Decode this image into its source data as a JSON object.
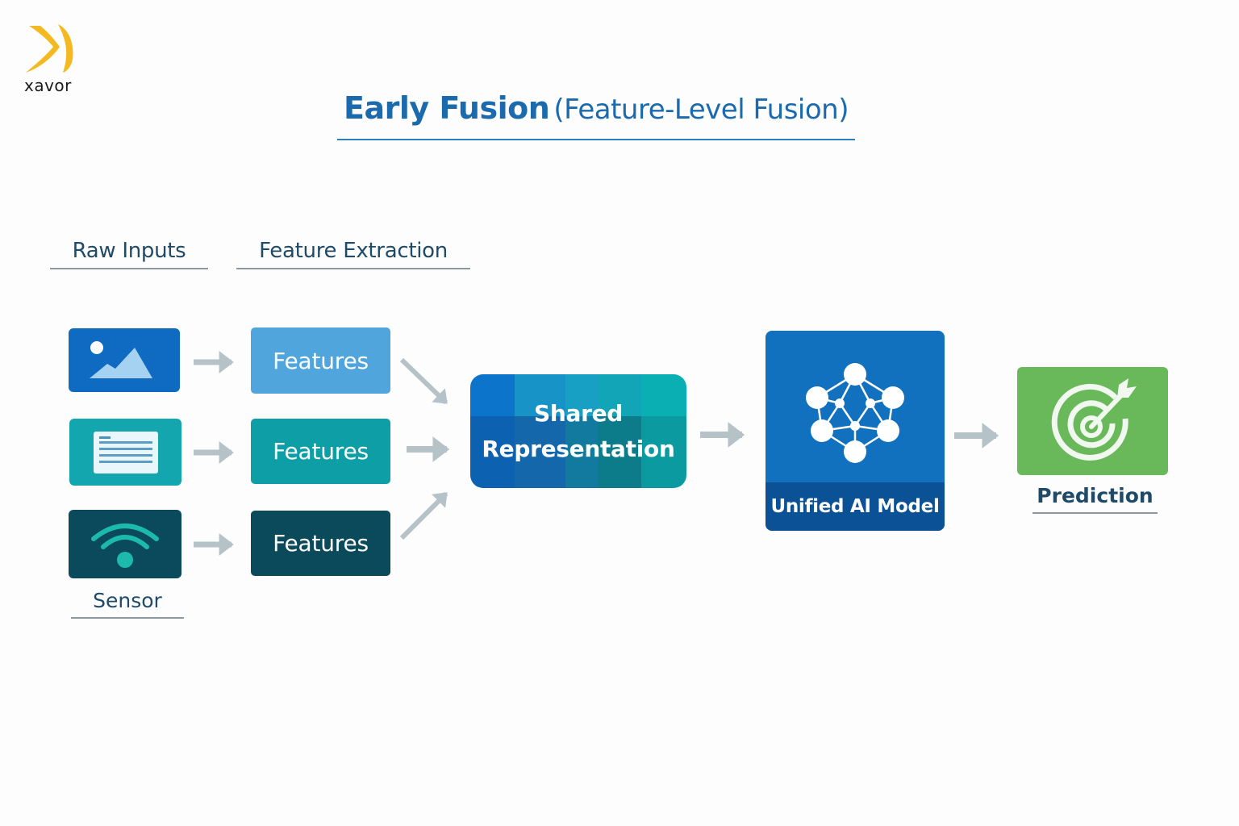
{
  "brand": {
    "logo_text": "xavor",
    "logo_icon": "x-swoosh-logo-icon",
    "logo_color": "#f4b820"
  },
  "title": {
    "main": "Early Fusion",
    "sub": "(Feature-Level Fusion)",
    "color": "#1a6aad"
  },
  "columns": {
    "raw_inputs": "Raw Inputs",
    "feature_extraction": "Feature Extraction"
  },
  "inputs": [
    {
      "icon": "image-icon",
      "color": "#0e6bc1",
      "label": ""
    },
    {
      "icon": "document-text-icon",
      "color": "#14a6ae",
      "label": ""
    },
    {
      "icon": "wifi-sensor-icon",
      "color": "#0a4a5c",
      "label": "Sensor"
    }
  ],
  "features": [
    {
      "label": "Features",
      "color": "#4fa5dc"
    },
    {
      "label": "Features",
      "color": "#0e9fa6"
    },
    {
      "label": "Features",
      "color": "#0b4a5b"
    }
  ],
  "shared": {
    "line1": "Shared",
    "line2": "Representation"
  },
  "model": {
    "label": "Unified AI Model",
    "icon": "neural-network-icon",
    "color": "#1271bf",
    "footer_color": "#0a5196"
  },
  "prediction": {
    "label": "Prediction",
    "icon": "target-arrow-icon",
    "color": "#69b85a"
  },
  "arrow_color": "#b5c3c8"
}
